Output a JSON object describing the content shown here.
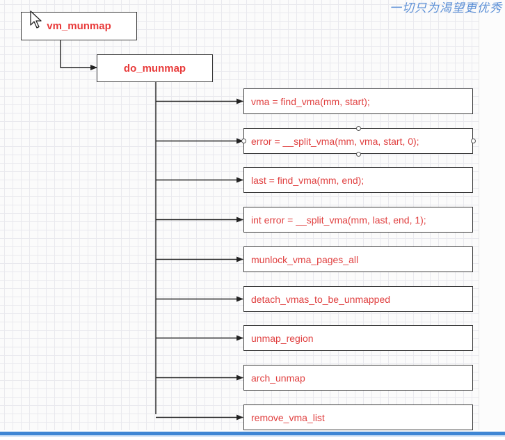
{
  "diagram": {
    "root": {
      "label": "vm_munmap"
    },
    "child": {
      "label": "do_munmap"
    },
    "calls": [
      {
        "label": "vma = find_vma(mm, start);",
        "selected": false
      },
      {
        "label": "error = __split_vma(mm, vma, start, 0);",
        "selected": true
      },
      {
        "label": "last = find_vma(mm, end);",
        "selected": false
      },
      {
        "label": "int error = __split_vma(mm, last, end, 1);",
        "selected": false
      },
      {
        "label": "munlock_vma_pages_all",
        "selected": false
      },
      {
        "label": "detach_vmas_to_be_unmapped",
        "selected": false
      },
      {
        "label": "unmap_region",
        "selected": false
      },
      {
        "label": "arch_unmap",
        "selected": false
      },
      {
        "label": "remove_vma_list",
        "selected": false
      }
    ]
  },
  "watermark": {
    "text": "一切只为渴望更优秀"
  },
  "colors": {
    "label_red": "#e04040",
    "box_border": "#3a3a3a",
    "connector": "#222222"
  }
}
